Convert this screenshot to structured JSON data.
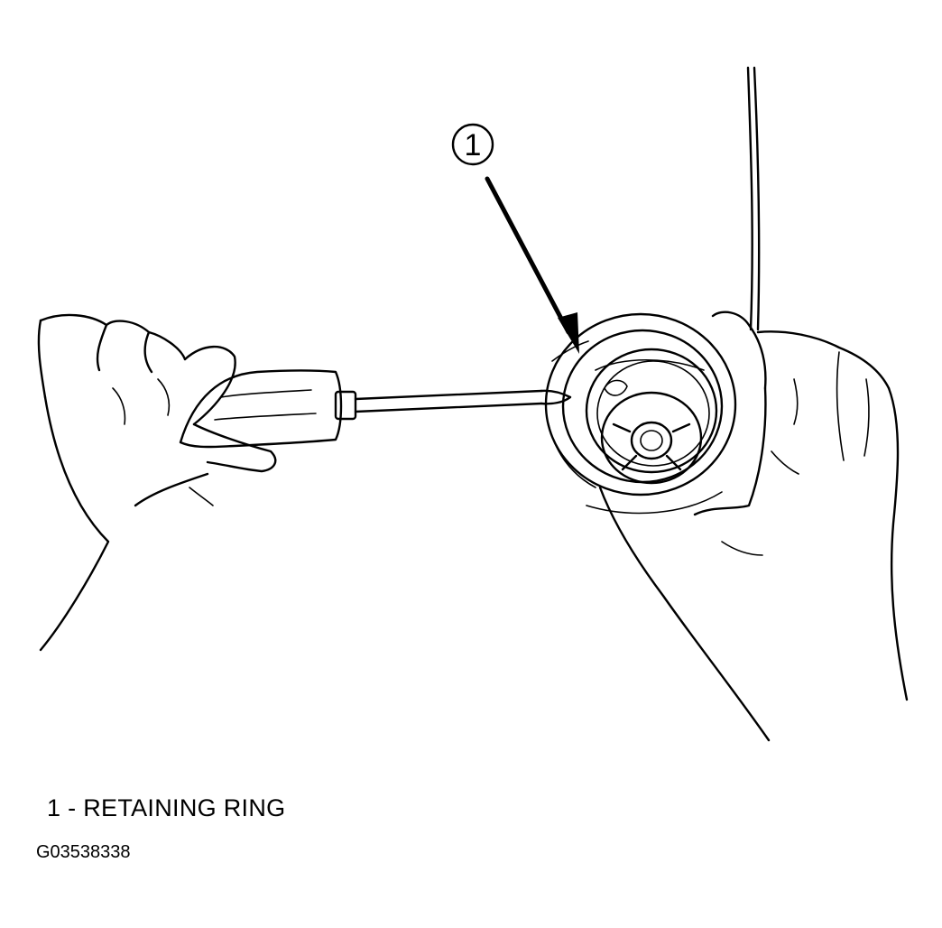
{
  "callout": {
    "number": "1"
  },
  "legend": {
    "item_1": "1 - RETAINING RING"
  },
  "figure": {
    "id": "G03538338"
  }
}
